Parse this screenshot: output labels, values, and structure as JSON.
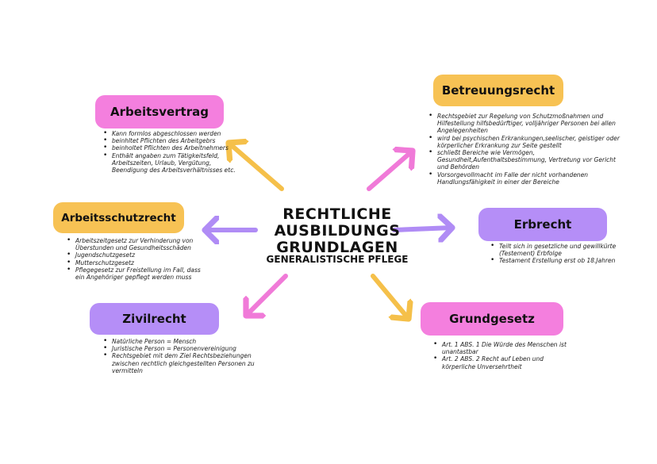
{
  "center": {
    "title_lines": [
      "RECHTLICHE",
      "AUSBILDUNGS",
      "GRUNDLAGEN"
    ],
    "subtitle": "GENERALISTISCHE PFLEGE"
  },
  "colors": {
    "pink": "#f47fde",
    "yellow": "#f7c254",
    "purple": "#b58ef7",
    "arrow_yellow": "#f5c04a",
    "arrow_pink": "#f07ad8",
    "arrow_purple": "#b08cf5"
  },
  "topics": {
    "arbeitsvertrag": {
      "title": "Arbeitsvertrag",
      "items": [
        "Kann formlos abgeschlossen werden",
        "beinhltet Pflichten des Arbeitgebrs",
        "beinholtet Pflichten des Arbeitnehmers",
        "Enthält angaben zum Tätigkeitsfeld, Arbeitszeiten, Urlaub, Vergütung, Beendigung des Arbeitsverhältnisses etc."
      ]
    },
    "betreuungsrecht": {
      "title": "Betreuungsrecht",
      "items": [
        "Rechtsgebiet zur Regelung von Schutzmoßnahmen und Hilfestellung hilfsbedürftiger, volljähriger Personen bei allen Angelegenheiten",
        "wird bei psychischen Erkrankungen,seelischer, geistiger oder körperlicher Erkrankung zur Seite gestellt",
        "schließt Bereiche wie Vermögen, Gesundheit,Aufenthaltsbestimmung, Vertretung vor Gericht und Behörden",
        "Vorsorgevollmacht im Falle der nicht vorhandenen Handlungsfähigkeit in einer der Bereiche"
      ]
    },
    "arbeitsschutzrecht": {
      "title": "Arbeitsschutzrecht",
      "items": [
        "Arbeitszeitgesetz zur Verhinderung von Überstunden und Gesundheitsschäden",
        "Jugendschutzgesetz",
        "Mutterschutzgesetz",
        "Pflegegesetz zur Freistellung im Fall, dass ein Angehöriger gepflegt werden muss"
      ]
    },
    "erbrecht": {
      "title": "Erbrecht",
      "items": [
        "Teilt sich in gesetzliche und gewillkürte (Testement) Erbfolge",
        "Testament Erstellung erst ob 18.Jahren"
      ]
    },
    "zivilrecht": {
      "title": "Zivilrecht",
      "items": [
        "Natürliche Person = Mensch",
        "Juristische Person = Personenvereinigung",
        "Rechtsgebiet mit dem Ziel Rechtsbeziehungen zwischen rechtlich gleichgestellten Personen zu vermitteln"
      ]
    },
    "grundgesetz": {
      "title": "Grundgesetz",
      "items": [
        "Art. 1 ABS. 1 Die Würde des Menschen ist unantastbar",
        "Art. 2 ABS. 2 Recht auf Leben und körperliche Unversehrtheit"
      ]
    }
  }
}
